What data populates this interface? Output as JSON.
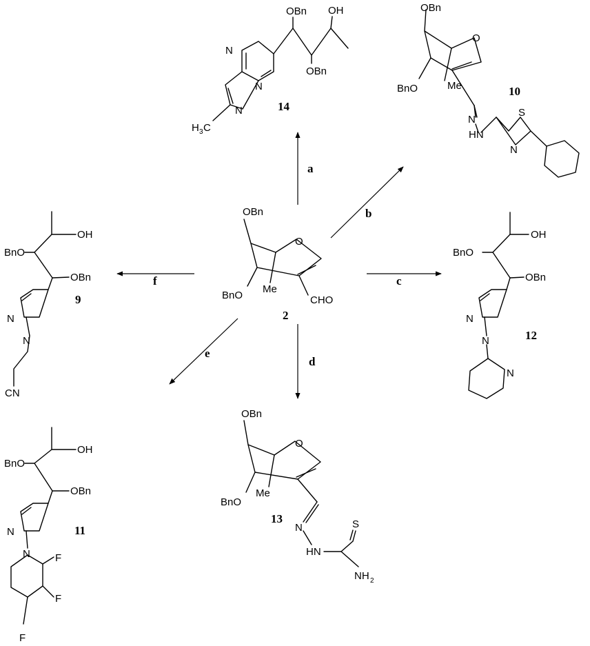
{
  "compounds": {
    "c2": {
      "number": "2",
      "groups": [
        "OBn",
        "BnO",
        "O",
        "Me",
        "CHO"
      ]
    },
    "c14": {
      "number": "14",
      "groups": [
        "OBn",
        "OH",
        "OBn",
        "N",
        "N",
        "N",
        "H",
        "3",
        "C"
      ]
    },
    "c10": {
      "number": "10",
      "groups": [
        "OBn",
        "BnO",
        "O",
        "Me",
        "N",
        "HN",
        "S",
        "N"
      ]
    },
    "c9": {
      "number": "9",
      "groups": [
        "OH",
        "BnO",
        "OBn",
        "N",
        "N",
        "CN"
      ]
    },
    "c12": {
      "number": "12",
      "groups": [
        "OH",
        "BnO",
        "OBn",
        "N",
        "N",
        "N"
      ]
    },
    "c11": {
      "number": "11",
      "groups": [
        "OH",
        "BnO",
        "OBn",
        "N",
        "N",
        "F",
        "F",
        "F"
      ]
    },
    "c13": {
      "number": "13",
      "groups": [
        "OBn",
        "BnO",
        "O",
        "Me",
        "N",
        "HN",
        "S",
        "NH",
        "2"
      ]
    }
  },
  "steps": {
    "a": "a",
    "b": "b",
    "c": "c",
    "d": "d",
    "e": "e",
    "f": "f"
  }
}
